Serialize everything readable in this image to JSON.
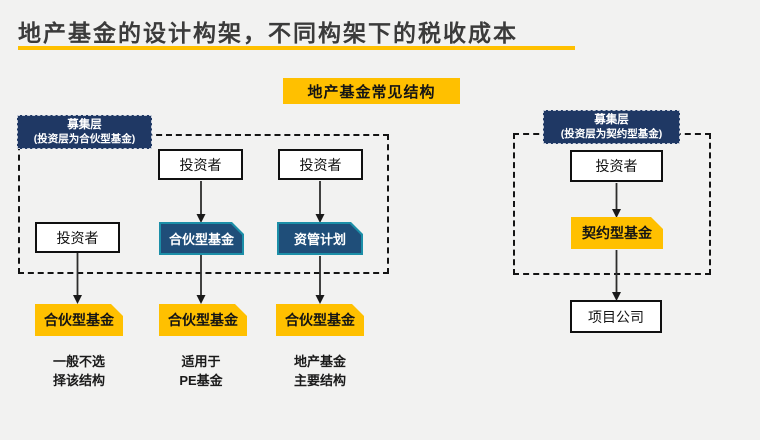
{
  "header": {
    "title": "地产基金的设计构架，不同构架下的税收成本",
    "section_badge": "地产基金常见结构"
  },
  "colors": {
    "accent_yellow": "#FFC000",
    "badge_navy": "#1F3864",
    "box_dark_blue": "#1F4E79",
    "box_teal_border": "#1C8FA8",
    "background": "#F2F2F1"
  },
  "left_group": {
    "badge_line1": "募集层",
    "badge_line2": "(投资层为合伙型基金)",
    "columns": [
      {
        "investor": "投资者",
        "fund": "合伙型基金",
        "caption_line1": "一般不选",
        "caption_line2": "择该结构"
      },
      {
        "investor": "投资者",
        "mid": "合伙型基金",
        "fund": "合伙型基金",
        "caption_line1": "适用于",
        "caption_line2": "PE基金"
      },
      {
        "investor": "投资者",
        "mid": "资管计划",
        "fund": "合伙型基金",
        "caption_line1": "地产基金",
        "caption_line2": "主要结构"
      }
    ]
  },
  "right_group": {
    "badge_line1": "募集层",
    "badge_line2": "(投资层为契约型基金)",
    "investor": "投资者",
    "fund": "契约型基金",
    "company": "项目公司"
  }
}
